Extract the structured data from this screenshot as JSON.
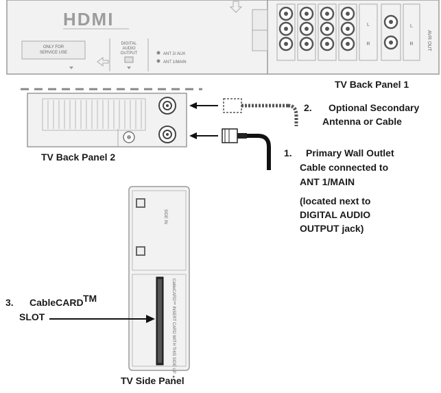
{
  "panel1": {
    "hdmi_logo": "HDMI",
    "service_label_1": "ONLY FOR",
    "service_label_2": "SERVICE USE",
    "digital_audio_1": "DIGITAL",
    "digital_audio_2": "AUDIO",
    "digital_audio_3": "OUTPUT",
    "ant2_label": "ANT 2/ AUX",
    "ant1_label": "ANT 1/MAIN",
    "audio_l_label": "L",
    "audio_r_label": "R",
    "avr_label": "AVR OUT",
    "caption": "TV Back Panel 1"
  },
  "panel2": {
    "caption": "TV Back Panel 2"
  },
  "side_panel": {
    "caption": "TV Side Panel",
    "cablecard_vertical": "CableCARD™ INSERT CARD WITH THIS SIDE UP ▲",
    "side_input": "SIDE IN"
  },
  "callouts": {
    "c1_number": "1.",
    "c1_line1": "Primary Wall Outlet",
    "c1_line2": "Cable connected to",
    "c1_line3": "ANT 1/MAIN",
    "c1_line4": "(located next to",
    "c1_line5": "DIGITAL AUDIO",
    "c1_line6": "OUTPUT jack)",
    "c2_number": "2.",
    "c2_line1": "Optional Secondary",
    "c2_line2": "Antenna or Cable",
    "c3_number": "3.",
    "c3_line1": "CableCARD",
    "c3_tm": "TM",
    "c3_line2": "SLOT"
  },
  "colors": {
    "panel_fill": "#f2f2f2",
    "panel_stroke": "#9a9a9a",
    "text": "#1a1a1a",
    "cable": "#111111"
  }
}
